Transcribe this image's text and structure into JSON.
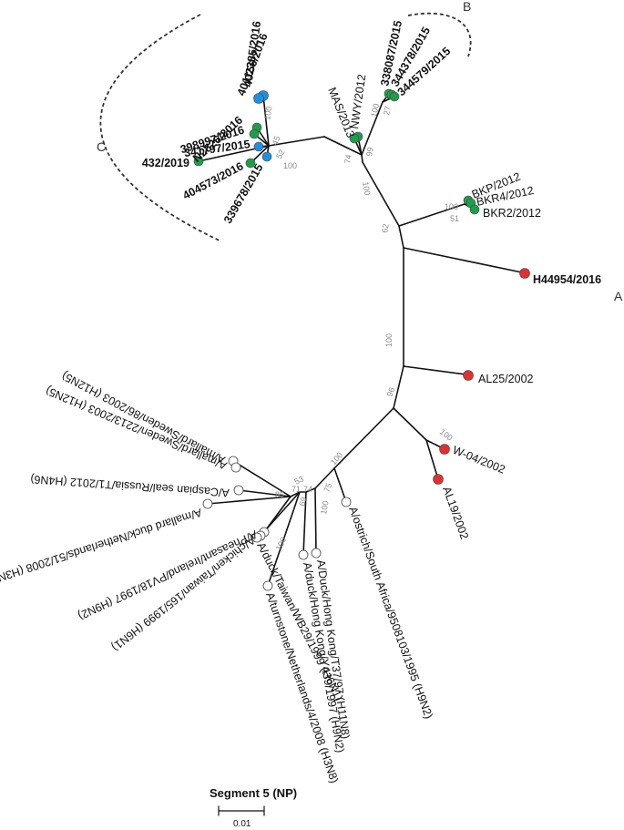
{
  "figure": {
    "title": "Segment 5 (NP)",
    "scale_label": "0.01"
  },
  "colors": {
    "green": "#1f9e4a",
    "blue": "#1e90e0",
    "red": "#e03030",
    "open": "#ffffff"
  },
  "clades": {
    "a": "A",
    "b": "B",
    "c": "C"
  },
  "leaves": [
    {
      "label": "402385/2016",
      "marker": "blue",
      "bold": true
    },
    {
      "label": "401156/2016",
      "marker": "blue",
      "bold": true
    },
    {
      "label": "N2826/2016",
      "marker": "green",
      "bold": true
    },
    {
      "label": "398997/2016",
      "marker": "green",
      "bold": true
    },
    {
      "label": "341797/2015",
      "marker": "blue",
      "bold": true
    },
    {
      "label": "432/2019",
      "marker": "green",
      "bold": true
    },
    {
      "label": "404573/2016",
      "marker": "green",
      "bold": true
    },
    {
      "label": "339678/2015",
      "marker": "blue",
      "bold": true
    },
    {
      "label": "338087/2015",
      "marker": "green",
      "bold": true
    },
    {
      "label": "344378/2015",
      "marker": "green",
      "bold": true
    },
    {
      "label": "344579/2015",
      "marker": "green",
      "bold": true
    },
    {
      "label": "NWY/2012",
      "marker": "green",
      "bold": false
    },
    {
      "label": "MAS/2013",
      "marker": "green",
      "bold": false
    },
    {
      "label": "BKP/2012",
      "marker": "green",
      "bold": false
    },
    {
      "label": "BKR4/2012",
      "marker": "green",
      "bold": false
    },
    {
      "label": "BKR2/2012",
      "marker": "green",
      "bold": false
    },
    {
      "label": "H44954/2016",
      "marker": "red",
      "bold": true
    },
    {
      "label": "AL25/2002",
      "marker": "red",
      "bold": false
    },
    {
      "label": "W-04/2002",
      "marker": "red",
      "bold": false
    },
    {
      "label": "AL19/2002",
      "marker": "red",
      "bold": false
    },
    {
      "label": "A/mallard/Sweden/86/2003 (H12N5)",
      "marker": "open",
      "bold": false
    },
    {
      "label": "A/mallard/Sweden/2213/2003 (H12N5)",
      "marker": "open",
      "bold": false
    },
    {
      "label": "A/Caspian seal/Russia/T1/2012 (H4N6)",
      "marker": "open",
      "bold": false
    },
    {
      "label": "A/mallard duck/Netherlands/51/2008 (H3N2)",
      "marker": "open",
      "bold": false
    },
    {
      "label": "A/Pheasant/Ireland/PV18/1997 (H9N2)",
      "marker": "open",
      "bold": false
    },
    {
      "label": "A/chicken/Taiwan/165/1999 (H6N1)",
      "marker": "open",
      "bold": false
    },
    {
      "label": "A/duck/Taiwan/WB29/1999 (H6N1)",
      "marker": "open",
      "bold": false
    },
    {
      "label": "A/turnstone/Netherlands/4/2008 (H3N8)",
      "marker": "open",
      "bold": false
    },
    {
      "label": "A/duck/Hong Kong/Y439/1997 (H9N2)",
      "marker": "open",
      "bold": false
    },
    {
      "label": "A/Duck/Hong Kong/T37/97 (H11N8)",
      "marker": "open",
      "bold": false
    },
    {
      "label": "A/ostrich/South Africa/9508103/1995 (H9N2)",
      "marker": "open",
      "bold": false
    }
  ],
  "bootstrap": [
    "100",
    "45",
    "52",
    "100",
    "100",
    "27",
    "99",
    "74",
    "100",
    "100",
    "51",
    "62",
    "100",
    "96",
    "100",
    "100",
    "75",
    "100",
    "53",
    "71",
    "74",
    "85",
    "69",
    "100"
  ]
}
